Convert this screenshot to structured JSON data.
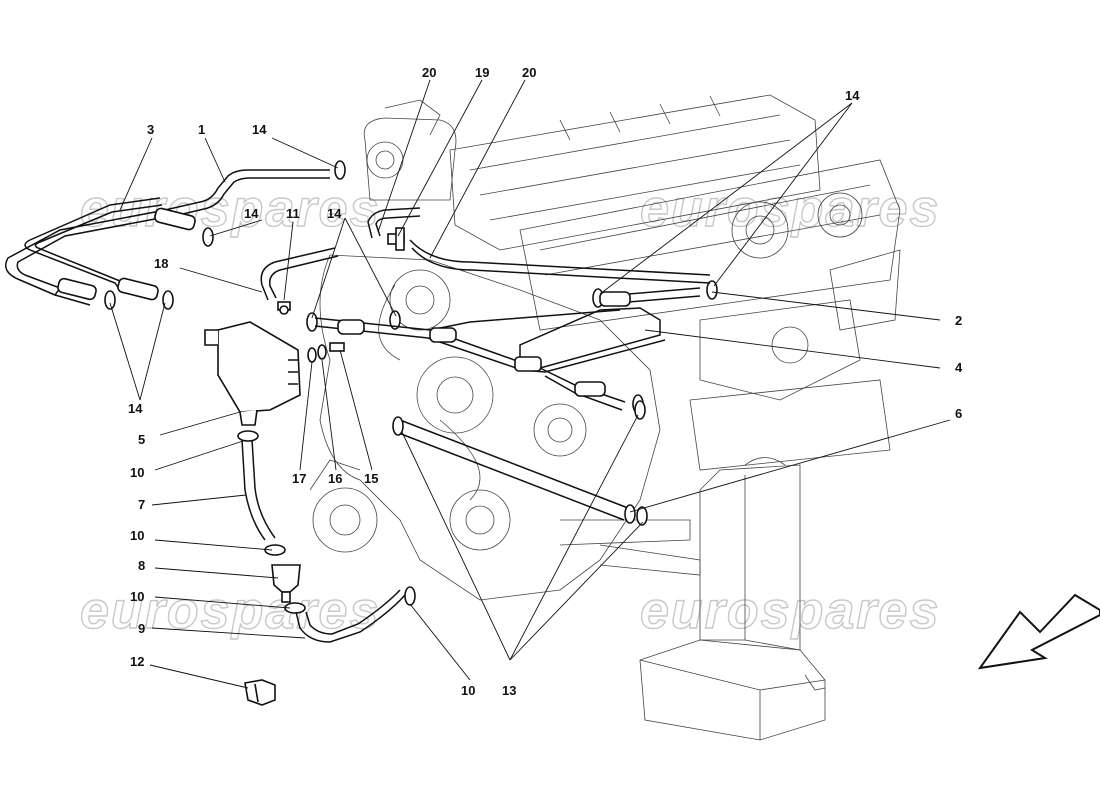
{
  "diagram": {
    "callouts": [
      "1",
      "2",
      "3",
      "4",
      "5",
      "6",
      "7",
      "8",
      "9",
      "10",
      "11",
      "12",
      "13",
      "14",
      "15",
      "16",
      "17",
      "18",
      "19",
      "20"
    ],
    "watermark": "eurospares",
    "direction_arrow": "front-direction-arrow",
    "colors": {
      "line": "#111111",
      "engine": "#444444",
      "watermark": "#c8c8c8",
      "background": "#ffffff"
    }
  }
}
